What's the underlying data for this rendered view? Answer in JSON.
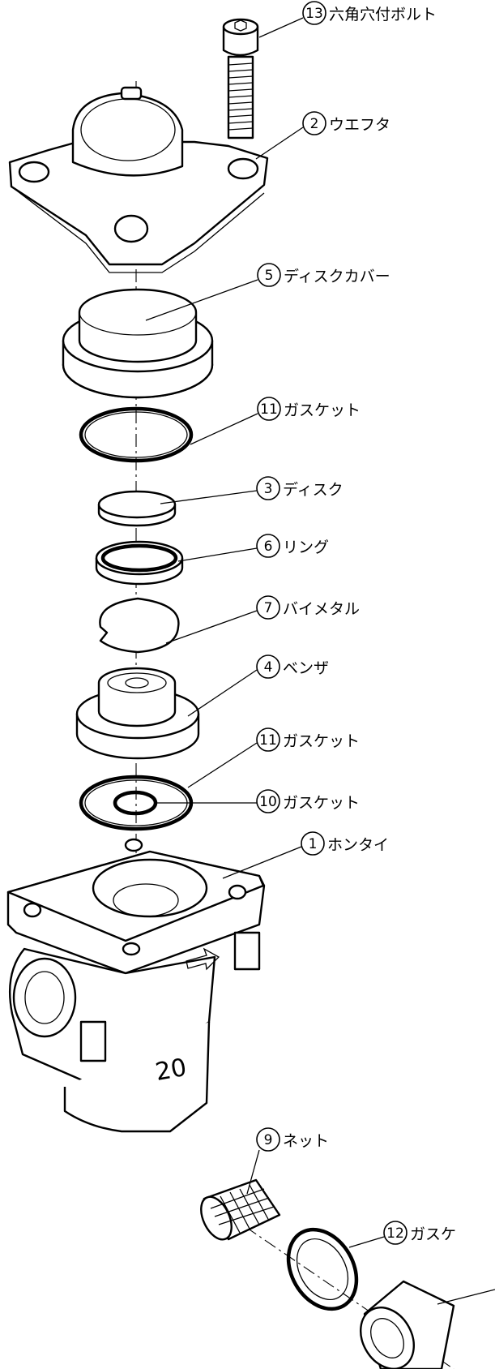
{
  "callouts": [
    {
      "id": "13",
      "label": "六角穴付ボルト"
    },
    {
      "id": "2",
      "label": "ウエフタ"
    },
    {
      "id": "5",
      "label": "ディスクカバー"
    },
    {
      "id": "11",
      "label": "ガスケット"
    },
    {
      "id": "3",
      "label": "ディスク"
    },
    {
      "id": "6",
      "label": "リング"
    },
    {
      "id": "7",
      "label": "バイメタル"
    },
    {
      "id": "4",
      "label": "ベンザ"
    },
    {
      "id": "11",
      "label": "ガスケット"
    },
    {
      "id": "10",
      "label": "ガスケット"
    },
    {
      "id": "1",
      "label": "ホンタイ"
    },
    {
      "id": "9",
      "label": "ネット"
    },
    {
      "id": "12",
      "label": "ガスケ"
    }
  ],
  "body_marking": {
    "size": "20"
  }
}
